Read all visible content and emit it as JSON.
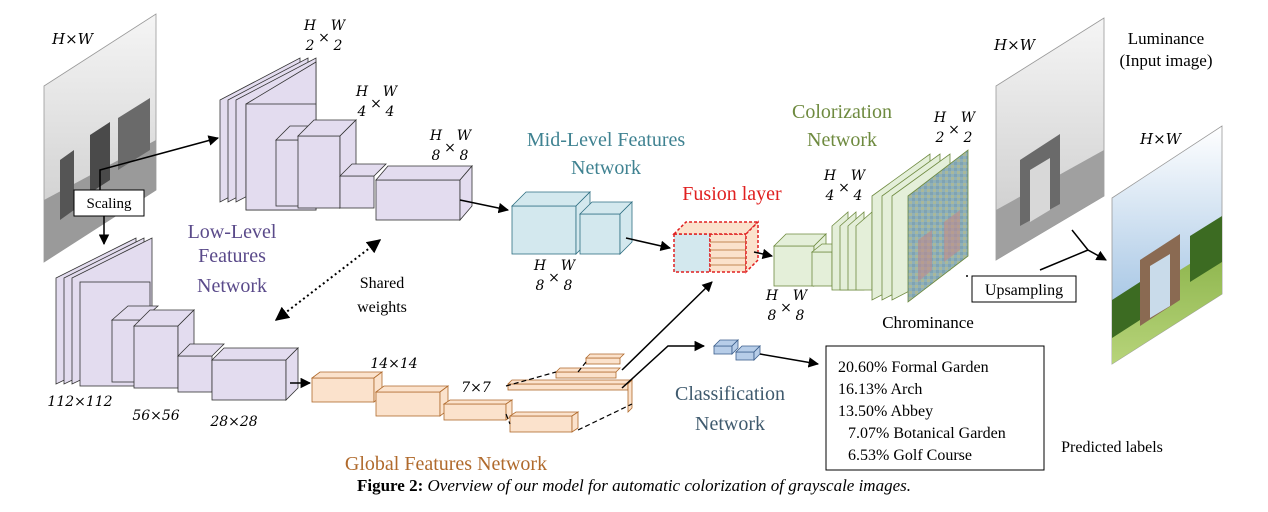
{
  "input": {
    "dim": "H×W",
    "scaling": "Scaling"
  },
  "low_level": {
    "line1": "Low-Level",
    "line2": "Features",
    "line3": "Network"
  },
  "shared": {
    "line1": "Shared",
    "line2": "weights"
  },
  "dims": {
    "h2": "H",
    "w2": "W",
    "d2": "2",
    "h4": "H",
    "w4": "W",
    "d4": "4",
    "h8": "H",
    "w8": "W",
    "d8": "8",
    "x": "×",
    "s112": "112×112",
    "s56": "56×56",
    "s28": "28×28",
    "s14": "14×14",
    "s7": "7×7"
  },
  "mid_level": {
    "line1": "Mid-Level Features",
    "line2": "Network"
  },
  "fusion": {
    "label": "Fusion layer"
  },
  "colorization": {
    "line1": "Colorization",
    "line2": "Network"
  },
  "global": {
    "label": "Global Features Network"
  },
  "classification": {
    "line1": "Classification",
    "line2": "Network"
  },
  "chrominance": {
    "label": "Chrominance"
  },
  "upsampling": {
    "label": "Upsampling"
  },
  "luminance": {
    "line1": "Luminance",
    "line2": "(Input image)"
  },
  "output": {
    "dim": "H×W"
  },
  "predicted": {
    "title": "Predicted labels",
    "items": [
      "20.60% Formal Garden",
      "16.13% Arch",
      "13.50% Abbey",
      "7.07% Botanical Garden",
      "6.53% Golf Course"
    ]
  },
  "caption": {
    "figure": "Figure 2:",
    "text": "Overview of our model for automatic colorization of grayscale images."
  },
  "colors": {
    "lowlevel_fill": "#e3dcef",
    "midlevel_fill": "#d3e8ee",
    "global_fill": "#fbe2cc",
    "color_fill": "#e4efd9",
    "blue_text": "#3f8291",
    "purple_text": "#5a4a8a",
    "green_text": "#6e8a3f",
    "orange_text": "#b06a2c",
    "red": "#e02020"
  }
}
